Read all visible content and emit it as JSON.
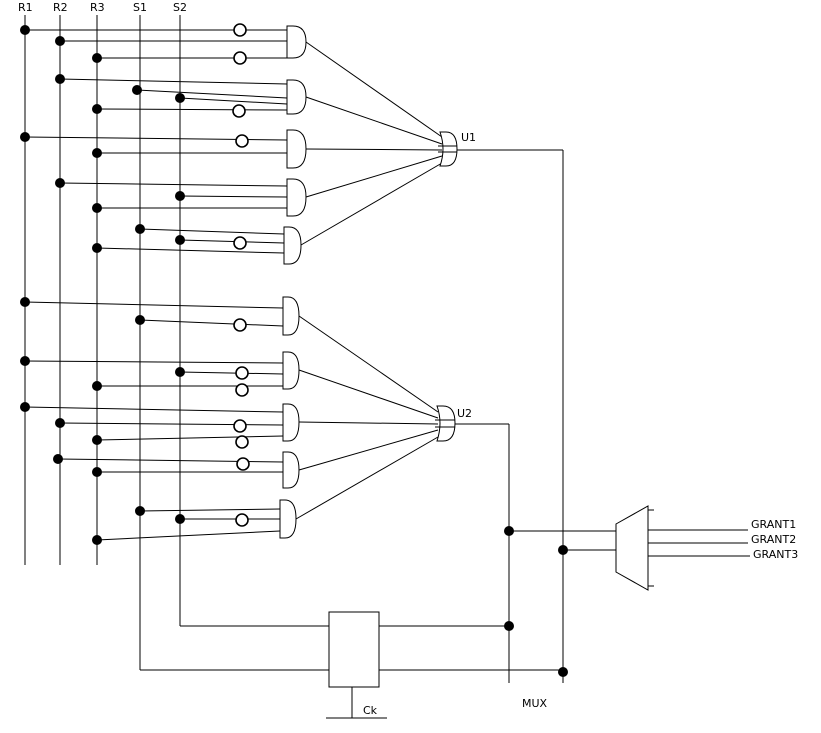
{
  "diagram": {
    "inputs": {
      "r1": "R1",
      "r2": "R2",
      "r3": "R3",
      "s1": "S1",
      "s2": "S2"
    },
    "gates": {
      "u1": "U1",
      "u2": "U2"
    },
    "outputs": {
      "grant1": "GRANT1",
      "grant2": "GRANT2",
      "grant3": "GRANT3"
    },
    "mux": "MUX",
    "clock": "Ck"
  }
}
